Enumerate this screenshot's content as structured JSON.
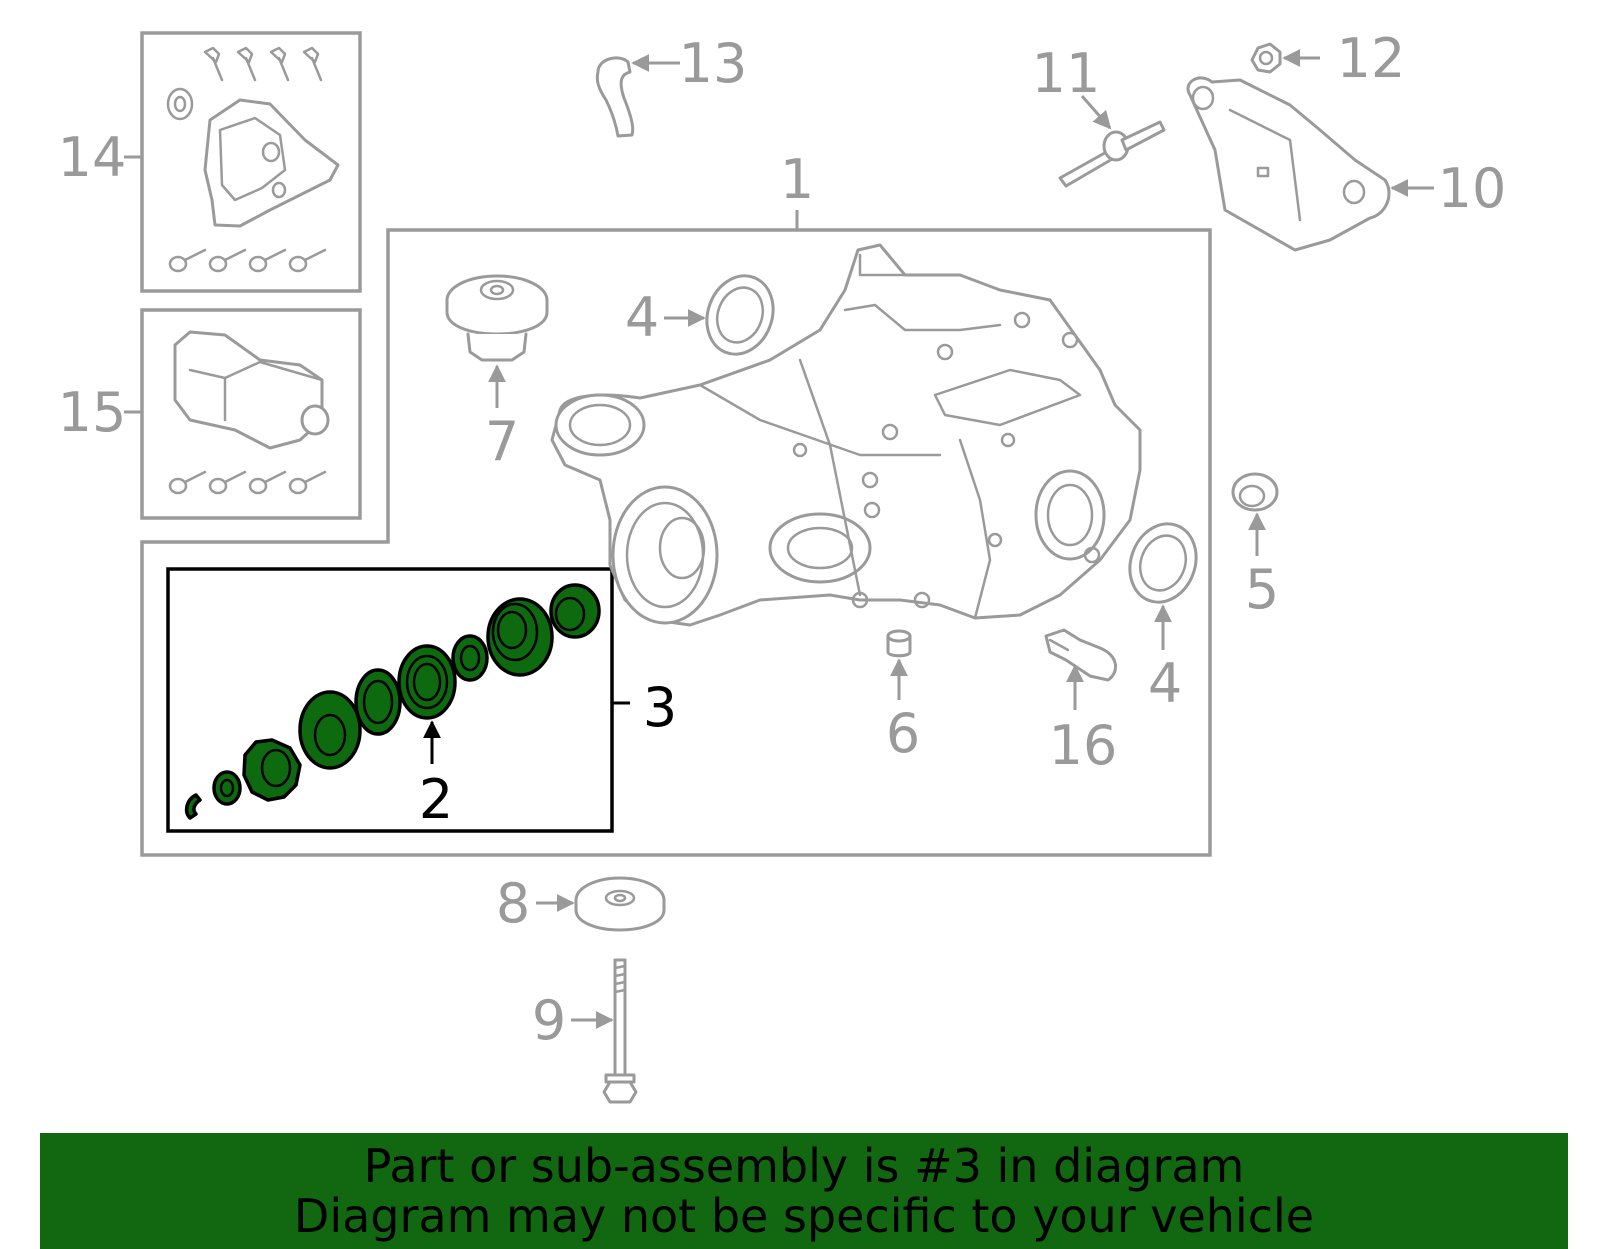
{
  "callouts": {
    "c1": "1",
    "c2": "2",
    "c3": "3",
    "c4a": "4",
    "c4b": "4",
    "c5": "5",
    "c6": "6",
    "c7": "7",
    "c8": "8",
    "c9": "9",
    "c10": "10",
    "c11": "11",
    "c12": "12",
    "c13": "13",
    "c14": "14",
    "c15": "15",
    "c16": "16"
  },
  "banner": {
    "line1": "Part or sub-assembly is #3 in diagram",
    "line2": "Diagram may not be specific to your vehicle"
  },
  "colors": {
    "highlight_green": "#0e6a0e",
    "banner_green": "#116811",
    "line_gray": "#9a9a9a"
  }
}
